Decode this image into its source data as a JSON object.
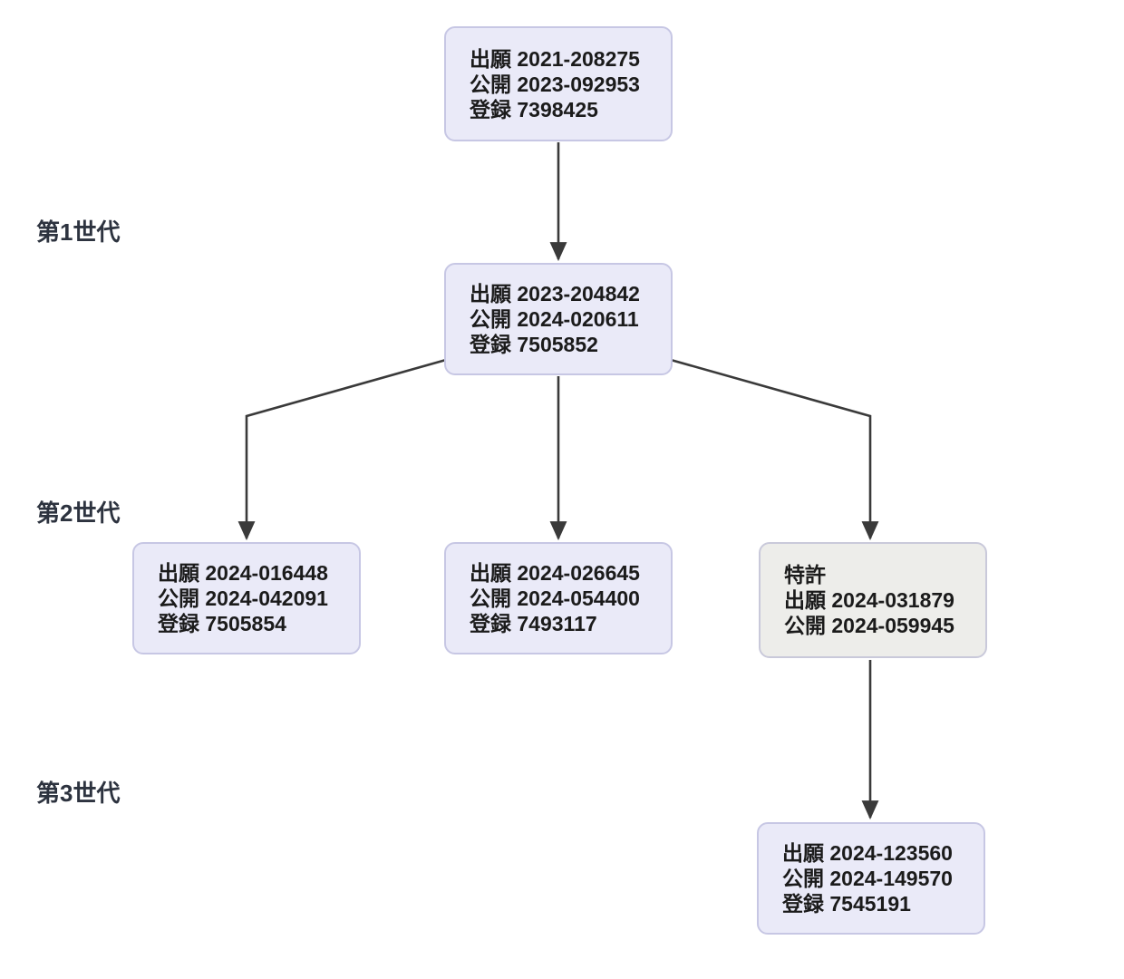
{
  "diagram": {
    "generation_labels": [
      {
        "label": "第1世代"
      },
      {
        "label": "第2世代"
      },
      {
        "label": "第3世代"
      }
    ],
    "nodes": [
      {
        "lines": [
          "出願 2021-208275",
          "公開 2023-092953",
          "登録 7398425"
        ]
      },
      {
        "lines": [
          "出願 2023-204842",
          "公開 2024-020611",
          "登録 7505852"
        ]
      },
      {
        "lines": [
          "出願 2024-016448",
          "公開 2024-042091",
          "登録 7505854"
        ]
      },
      {
        "lines": [
          "出願 2024-026645",
          "公開 2024-054400",
          "登録 7493117"
        ]
      },
      {
        "lines": [
          "特許",
          "出願 2024-031879",
          "公開 2024-059945"
        ]
      },
      {
        "lines": [
          "出願 2024-123560",
          "公開 2024-149570",
          "登録 7545191"
        ]
      }
    ],
    "colors": {
      "node_background": "#eaeaf8",
      "node_border": "#c7c7e4",
      "highlight_node_background": "#ededea",
      "highlight_node_border": "#c9c9da",
      "arrow": "#3a3a3a",
      "text": "#1b1b1b",
      "label_text": "#2d333f"
    }
  }
}
